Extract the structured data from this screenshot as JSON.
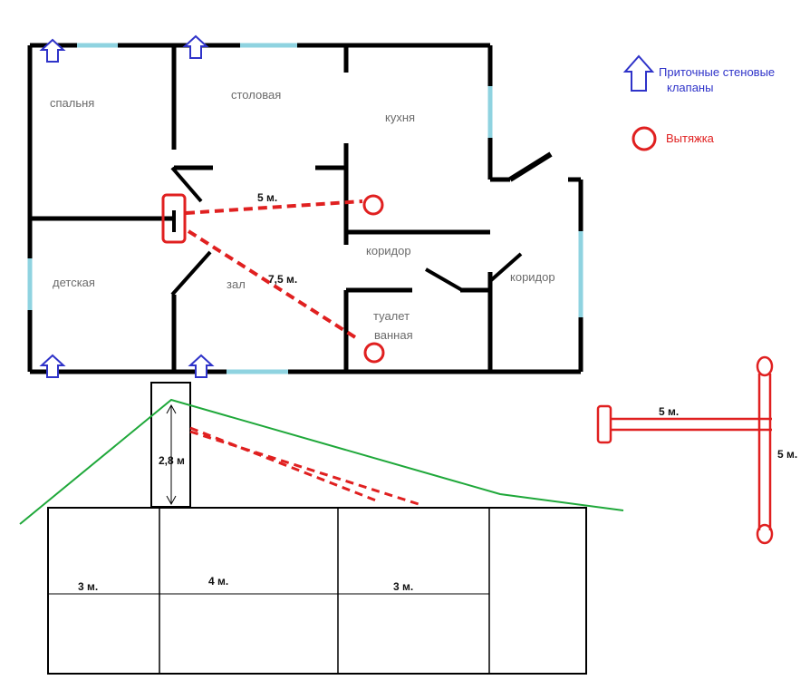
{
  "colors": {
    "walls": "#000000",
    "windows": "#8fd3e0",
    "intake": "#2f33c9",
    "exhaust": "#e02020",
    "roof": "#1fa83a",
    "label": "#6b6b6b"
  },
  "rooms": {
    "bedroom": "спальня",
    "dining": "столовая",
    "kitchen": "кухня",
    "kids": "детская",
    "hall": "зал",
    "corridor1": "коридор",
    "corridor2": "коридор",
    "toilet_line1": "туалет",
    "toilet_line2": "ванная"
  },
  "dimensions": {
    "duct_short": "5 м.",
    "duct_long": "7,5 м.",
    "chimney_height": "2,8 м",
    "section_left": "3 м.",
    "section_mid": "4 м.",
    "section_right": "3 м.",
    "scheme_horizontal": "5 м.",
    "scheme_vertical": "5 м."
  },
  "legend": {
    "intake_line1": "Приточные стеновые",
    "intake_line2": "клапаны",
    "intake_icon": "up-arrow-icon",
    "exhaust": "Вытяжка",
    "exhaust_icon": "circle-icon"
  }
}
